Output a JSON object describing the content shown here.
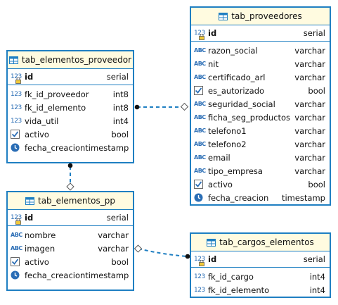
{
  "tables": {
    "tab_proveedores": {
      "title": "tab_proveedores",
      "pk": {
        "name": "id",
        "type": "serial"
      },
      "columns": [
        {
          "icon": "text-icon",
          "name": "razon_social",
          "type": "varchar"
        },
        {
          "icon": "text-icon",
          "name": "nit",
          "type": "varchar"
        },
        {
          "icon": "text-icon",
          "name": "certificado_arl",
          "type": "varchar"
        },
        {
          "icon": "checkbox-icon",
          "name": "es_autorizado",
          "type": "bool"
        },
        {
          "icon": "text-icon",
          "name": "seguridad_social",
          "type": "varchar"
        },
        {
          "icon": "text-icon",
          "name": "ficha_seg_productos",
          "type": "varchar"
        },
        {
          "icon": "text-icon",
          "name": "telefono1",
          "type": "varchar"
        },
        {
          "icon": "text-icon",
          "name": "telefono2",
          "type": "varchar"
        },
        {
          "icon": "text-icon",
          "name": "email",
          "type": "varchar"
        },
        {
          "icon": "text-icon",
          "name": "tipo_empresa",
          "type": "varchar"
        },
        {
          "icon": "checkbox-icon",
          "name": "activo",
          "type": "bool"
        },
        {
          "icon": "clock-icon",
          "name": "fecha_creacion",
          "type": "timestamp"
        }
      ]
    },
    "tab_elementos_proveedor": {
      "title": "tab_elementos_proveedor",
      "pk": {
        "name": "id",
        "type": "serial"
      },
      "columns": [
        {
          "icon": "number-icon",
          "name": "fk_id_proveedor",
          "type": "int8"
        },
        {
          "icon": "number-icon",
          "name": "fk_id_elemento",
          "type": "int8"
        },
        {
          "icon": "number-icon",
          "name": "vida_util",
          "type": "int4"
        },
        {
          "icon": "checkbox-icon",
          "name": "activo",
          "type": "bool"
        },
        {
          "icon": "clock-icon",
          "name": "fecha_creacion",
          "type": "timestamp"
        }
      ]
    },
    "tab_elementos_pp": {
      "title": "tab_elementos_pp",
      "pk": {
        "name": "id",
        "type": "serial"
      },
      "columns": [
        {
          "icon": "text-icon",
          "name": "nombre",
          "type": "varchar"
        },
        {
          "icon": "text-icon",
          "name": "imagen",
          "type": "varchar"
        },
        {
          "icon": "checkbox-icon",
          "name": "activo",
          "type": "bool"
        },
        {
          "icon": "clock-icon",
          "name": "fecha_creacion",
          "type": "timestamp"
        }
      ]
    },
    "tab_cargos_elementos": {
      "title": "tab_cargos_elementos",
      "pk": {
        "name": "id",
        "type": "serial"
      },
      "columns": [
        {
          "icon": "number-icon",
          "name": "fk_id_cargo",
          "type": "int4"
        },
        {
          "icon": "number-icon",
          "name": "fk_id_elemento",
          "type": "int4"
        }
      ]
    }
  },
  "icon_text": {
    "number": "123",
    "text": "ABC"
  },
  "colors": {
    "border": "#1f7fc2",
    "header_bg": "#fffbe0",
    "connector": "#1f7fc2"
  }
}
